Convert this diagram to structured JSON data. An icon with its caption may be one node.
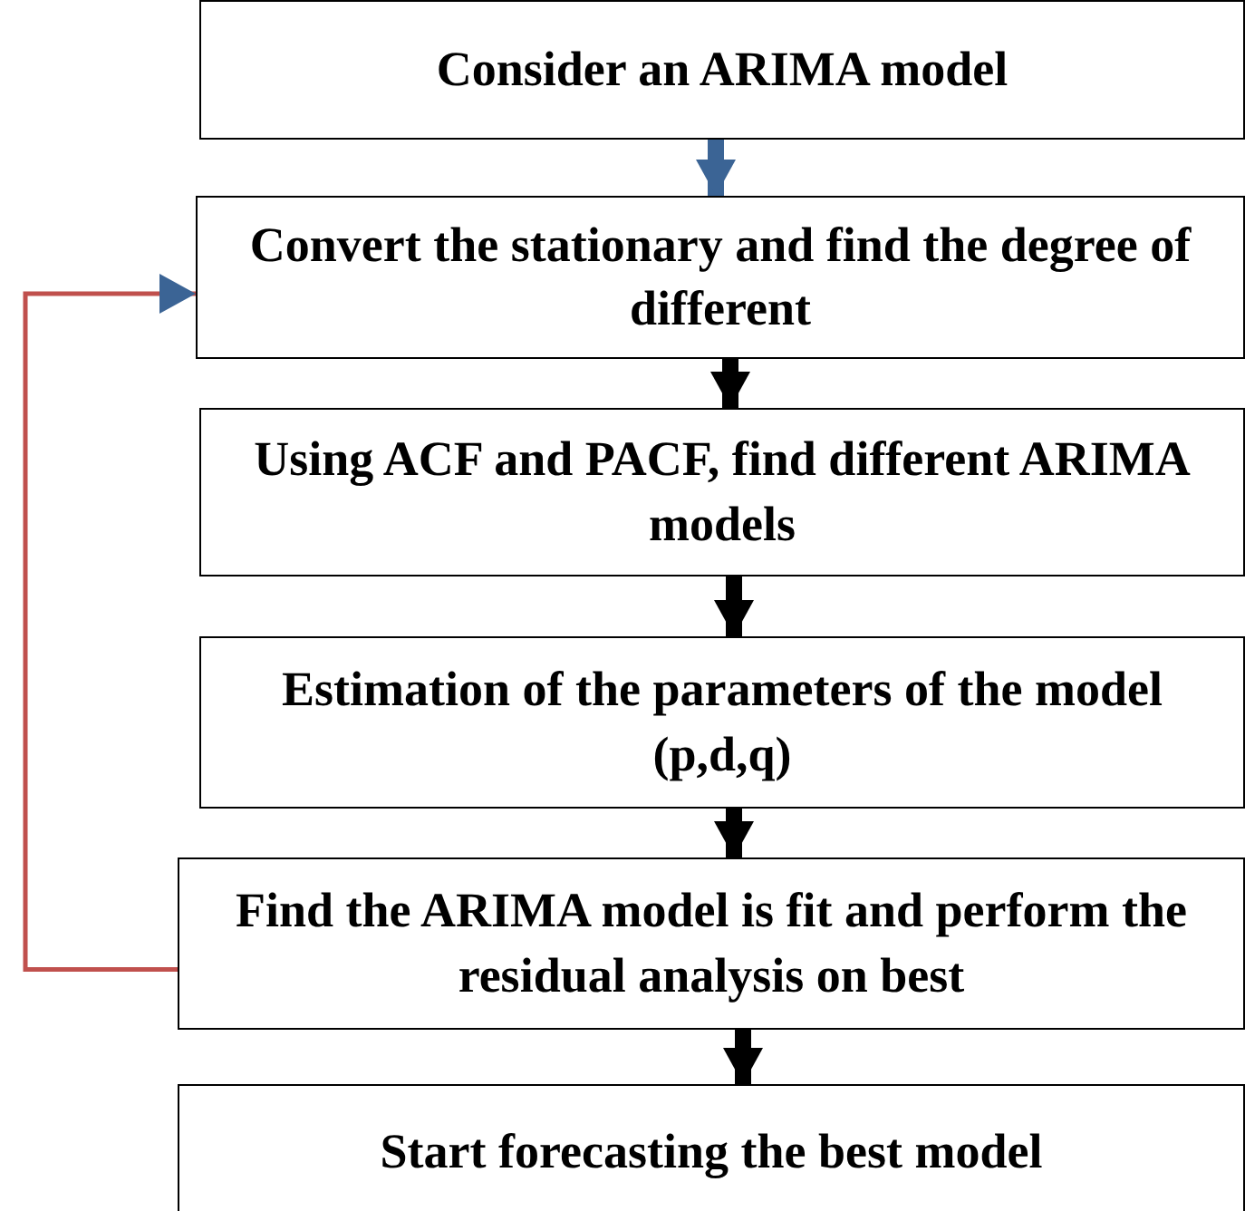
{
  "diagram": {
    "nodes": [
      {
        "text": [
          "Consider an ARIMA model"
        ]
      },
      {
        "text": [
          "Convert the stationary and find the degree of different"
        ]
      },
      {
        "text": [
          "Using ACF and PACF, find different ARIMA models"
        ]
      },
      {
        "text": [
          "Estimation of the parameters of the model (p,d,q)"
        ]
      },
      {
        "text": [
          "Find the ARIMA model is fit and perform the residual analysis on best"
        ]
      },
      {
        "text": [
          "Start forecasting the best model"
        ]
      }
    ],
    "edges": [
      {
        "from": 0,
        "to": 1,
        "arrow": "to",
        "color": "#3b6495"
      },
      {
        "from": 1,
        "to": 2,
        "arrow": "to"
      },
      {
        "from": 2,
        "to": 3,
        "arrow": "to"
      },
      {
        "from": 3,
        "to": 4,
        "arrow": "to"
      },
      {
        "from": 4,
        "to": 5,
        "arrow": "to"
      },
      {
        "from": 4,
        "to": 1,
        "arrow": "to",
        "color": "#c0504d"
      }
    ]
  }
}
